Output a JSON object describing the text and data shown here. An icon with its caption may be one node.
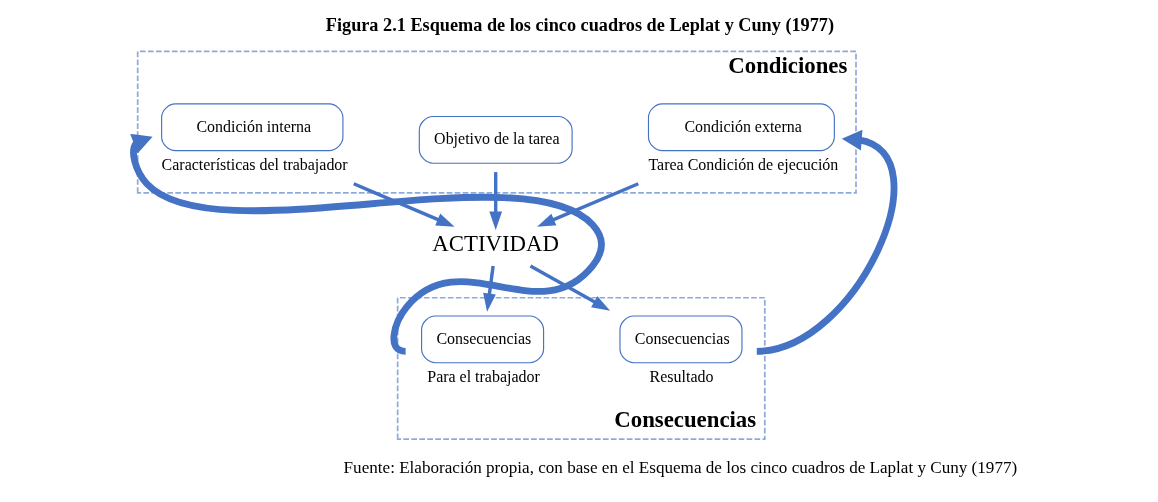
{
  "diagram": {
    "title": "Figura 2.1 Esquema de los cinco cuadros de Leplat y Cuny (1977)",
    "caption": "Fuente: Elaboración propia, con base en el Esquema de los cinco cuadros de Laplat y Cuny (1977)",
    "nodes": [
      {
        "text": [
          "Condiciones"
        ]
      },
      {
        "text": [
          "Condición interna"
        ],
        "beside": [
          "Características del trabajador"
        ],
        "in": 0
      },
      {
        "text": [
          "Objetivo de la tarea"
        ],
        "in": 0
      },
      {
        "text": [
          "Condición externa"
        ],
        "beside": [
          "Tarea Condición de ejecución"
        ],
        "in": 0
      },
      {
        "text": [
          "ACTIVIDAD"
        ]
      },
      {
        "text": [
          "Consecuencias"
        ]
      },
      {
        "text": [
          "Consecuencias"
        ],
        "beside": [
          "Para el trabajador"
        ],
        "in": 5
      },
      {
        "text": [
          "Consecuencias"
        ],
        "beside": [
          "Resultado"
        ],
        "in": 5
      }
    ],
    "edges": [
      {
        "from": 1,
        "to": 4,
        "arrow": "to"
      },
      {
        "from": 2,
        "to": 4,
        "arrow": "to"
      },
      {
        "from": 3,
        "to": 4,
        "arrow": "to"
      },
      {
        "from": 4,
        "to": 6,
        "arrow": "to"
      },
      {
        "from": 4,
        "to": 7,
        "arrow": "to"
      },
      {
        "from": 6,
        "to": 1,
        "arrow": "to",
        "style": "thick"
      },
      {
        "from": 7,
        "to": 3,
        "arrow": "to",
        "style": "thick"
      }
    ]
  }
}
